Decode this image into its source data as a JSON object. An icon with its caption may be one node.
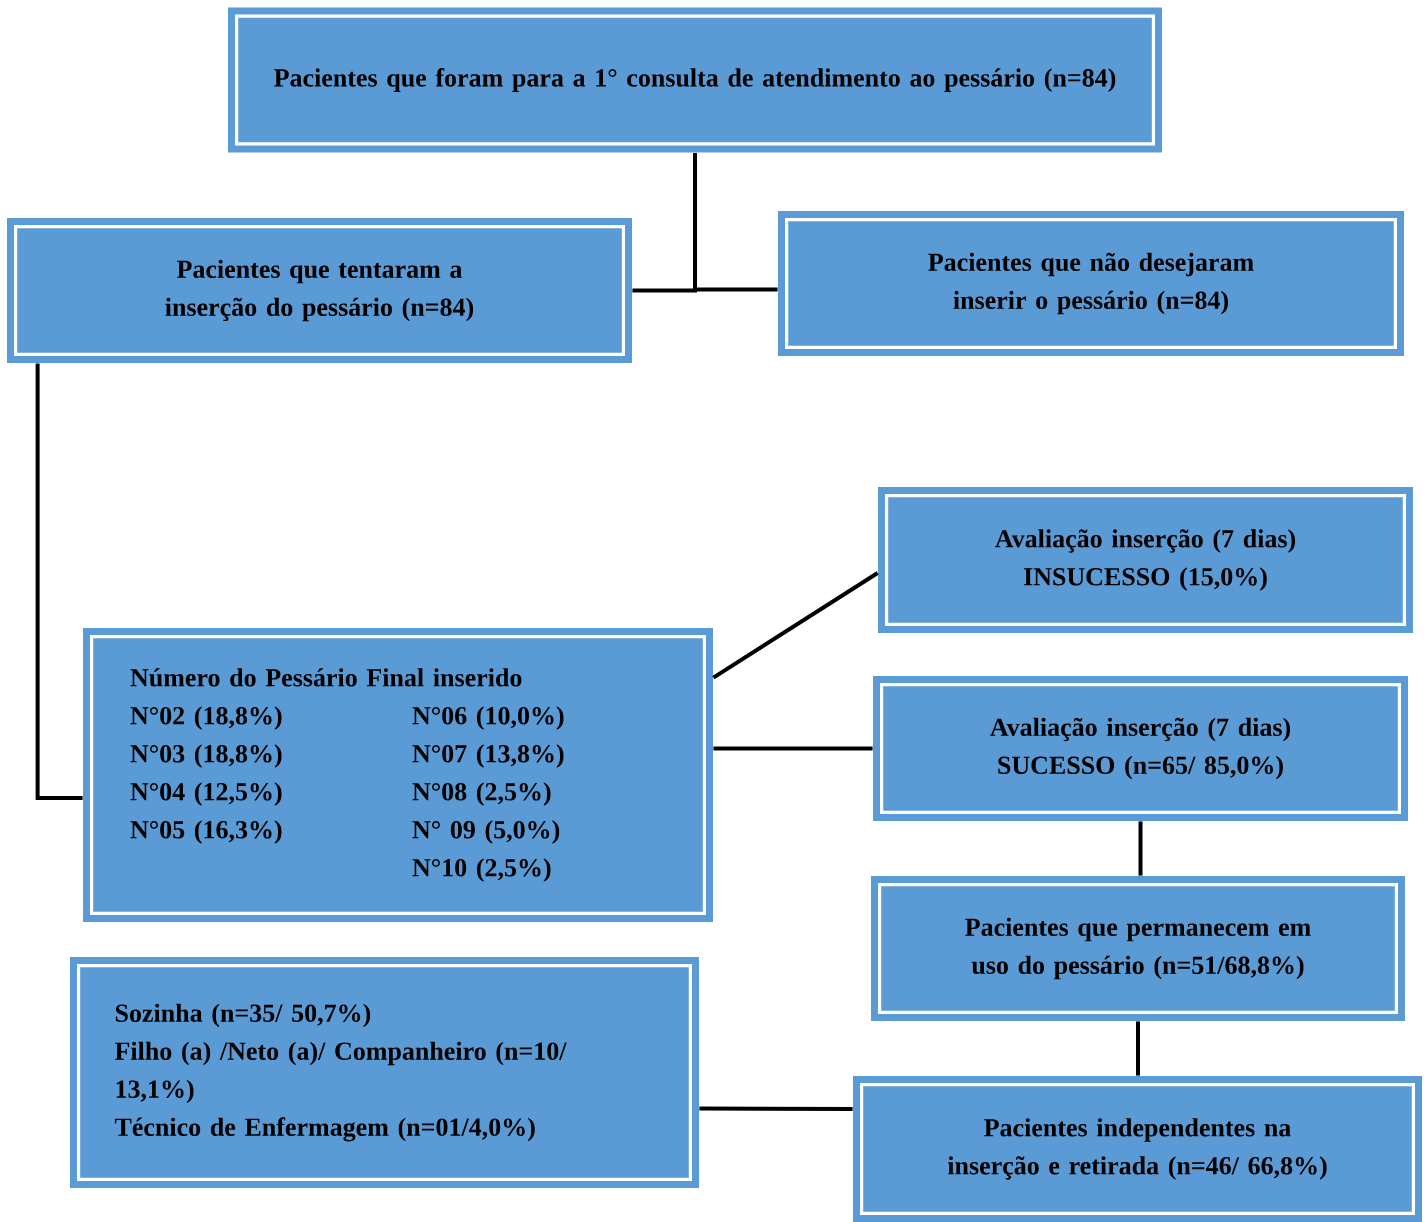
{
  "diagram": {
    "nodes": [
      {
        "text": [
          "Pacientes que foram para a 1° consulta de atendimento ao pessário (n=84)"
        ]
      },
      {
        "text": [
          "Pacientes que tentaram a inserção do pessário (n=84)"
        ]
      },
      {
        "text": [
          "Pacientes que não desejaram inserir o pessário (n=84)"
        ]
      },
      {
        "text": [
          "Número do Pessário Final inserido",
          "N°02 (18,8%)",
          "N°06 (10,0%)",
          "N°03 (18,8%)",
          "N°07 (13,8%)",
          "N°04 (12,5%)",
          "N°08 (2,5%)",
          "N°05 (16,3%)",
          "N° 09 (5,0%)",
          "N°10 (2,5%)"
        ]
      },
      {
        "text": [
          "Avaliação inserção (7 dias)",
          "INSUCESSO (15,0%)"
        ]
      },
      {
        "text": [
          "Avaliação inserção (7 dias)",
          "SUCESSO (n=65/ 85,0%)"
        ]
      },
      {
        "text": [
          "Pacientes que permanecem em uso do pessário (n=51/68,8%)"
        ]
      },
      {
        "text": [
          "Pacientes independentes na inserção e retirada (n=46/ 66,8%)"
        ]
      },
      {
        "text": [
          "Sozinha (n=35/ 50,7%)",
          "Filho (a) /Neto (a)/ Companheiro (n=10/ 13,1%)",
          "Técnico de Enfermagem (n=01/4,0%)"
        ]
      }
    ],
    "edges": [
      {
        "from": 0,
        "to": 1,
        "arrow": "none"
      },
      {
        "from": 0,
        "to": 2,
        "arrow": "none"
      },
      {
        "from": 1,
        "to": 3,
        "arrow": "none"
      },
      {
        "from": 3,
        "to": 4,
        "arrow": "none"
      },
      {
        "from": 3,
        "to": 5,
        "arrow": "none"
      },
      {
        "from": 5,
        "to": 6,
        "arrow": "none"
      },
      {
        "from": 6,
        "to": 7,
        "arrow": "none"
      },
      {
        "from": 8,
        "to": 7,
        "arrow": "none"
      }
    ]
  }
}
